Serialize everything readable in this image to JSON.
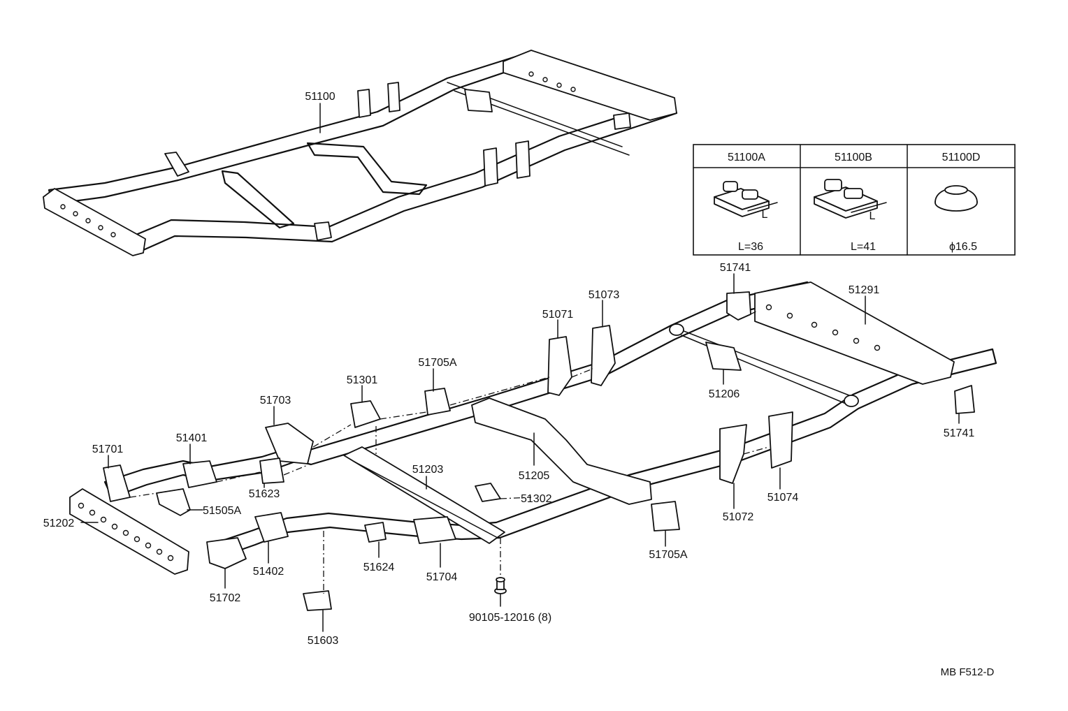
{
  "labels": {
    "p51100": "51100",
    "p51741_top": "51741",
    "p51291": "51291",
    "p51073": "51073",
    "p51071": "51071",
    "p51705A_top": "51705A",
    "p51301": "51301",
    "p51703": "51703",
    "p51401": "51401",
    "p51701": "51701",
    "p51623": "51623",
    "p51505A": "51505A",
    "p51202": "51202",
    "p51203": "51203",
    "p51205": "51205",
    "p51302": "51302",
    "p51206": "51206",
    "p51741_right": "51741",
    "p51074": "51074",
    "p51072": "51072",
    "p51705A_bottom": "51705A",
    "p51402": "51402",
    "p51702": "51702",
    "p51624": "51624",
    "p51704": "51704",
    "p90105": "90105-12016 (8)",
    "p51603": "51603"
  },
  "inset_table": {
    "columns": [
      {
        "header": "51100A",
        "dimension_letter": "L",
        "value": "L=36"
      },
      {
        "header": "51100B",
        "dimension_letter": "L",
        "value": "L=41"
      },
      {
        "header": "51100D",
        "dimension_letter": "",
        "value": "ϕ16.5"
      }
    ]
  },
  "diagram_code": "MB F512-D"
}
